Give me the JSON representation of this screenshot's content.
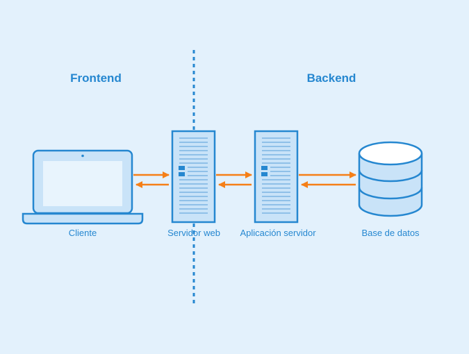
{
  "sections": {
    "frontend": "Frontend",
    "backend": "Backend"
  },
  "nodes": {
    "client": "Cliente",
    "web_server": "Servidor web",
    "app_server": "Aplicación servidor",
    "database": "Base de datos"
  },
  "colors": {
    "background": "#e3f1fc",
    "primary": "#2587d0",
    "light_fill": "#c9e3f8",
    "arrow": "#f57f17"
  }
}
